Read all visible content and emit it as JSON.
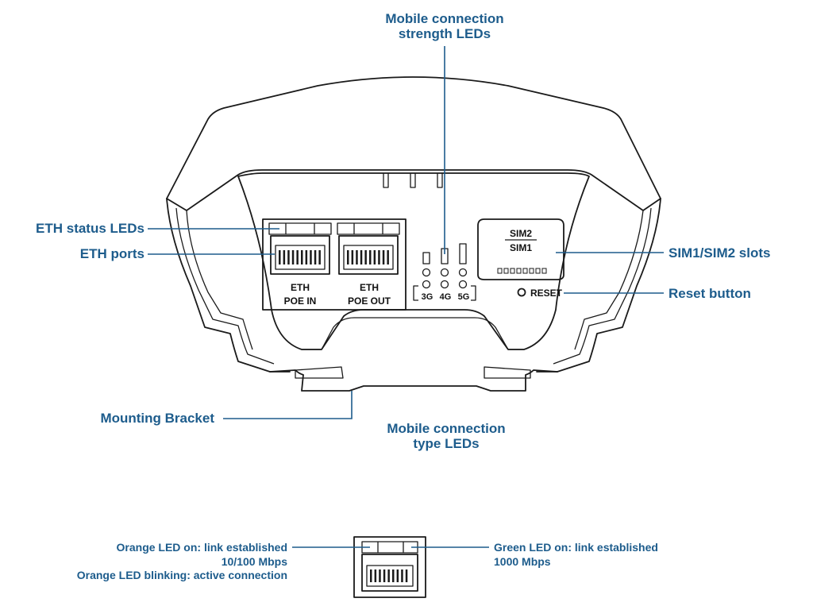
{
  "callouts": {
    "strength_leds": [
      "Mobile connection",
      "strength LEDs"
    ],
    "eth_status": "ETH status LEDs",
    "eth_ports": "ETH ports",
    "sim_slots": "SIM1/SIM2 slots",
    "reset": "Reset button",
    "bracket": "Mounting Bracket",
    "type_leds": [
      "Mobile connection",
      "type LEDs"
    ]
  },
  "device": {
    "port1": [
      "ETH",
      "POE IN"
    ],
    "port2": [
      "ETH",
      "POE OUT"
    ],
    "led_types": [
      "3G",
      "4G",
      "5G"
    ],
    "sim_top": "SIM2",
    "sim_bottom": "SIM1",
    "reset_label": "RESET"
  },
  "legend": {
    "left": [
      "Orange LED on: link established",
      "10/100  Mbps",
      "Orange LED blinking: active connection"
    ],
    "right": [
      "Green LED on: link established",
      "1000  Mbps"
    ]
  },
  "colors": {
    "callout": "#1d5c8c",
    "outline": "#1a1a1a"
  }
}
